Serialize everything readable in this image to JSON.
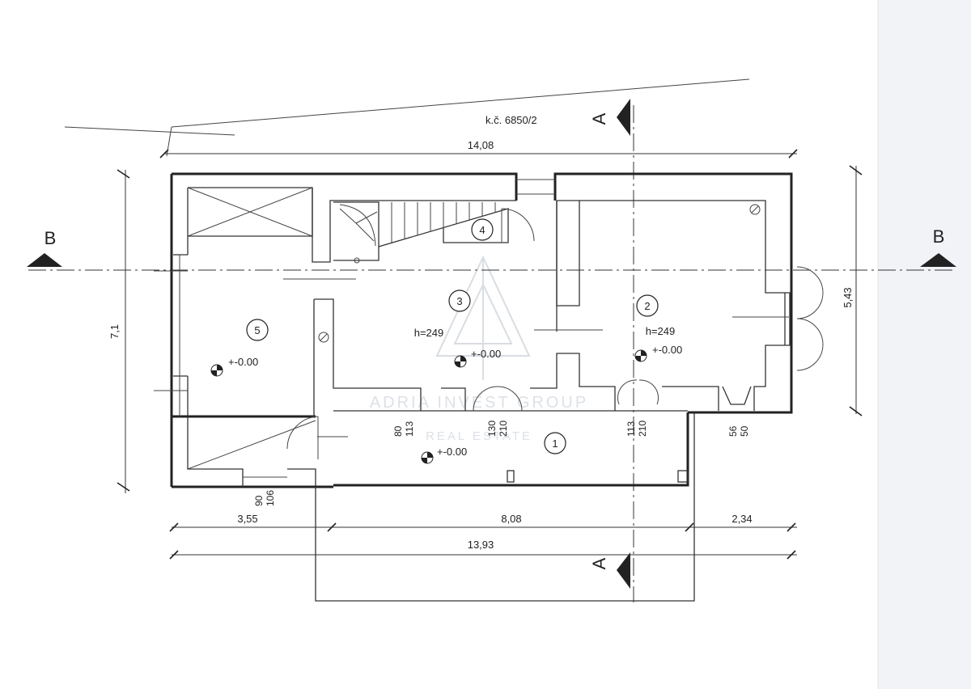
{
  "plot_label": "k.č. 6850/2",
  "sections": {
    "a_top": "A",
    "a_bottom": "A",
    "b_left": "B",
    "b_right": "B"
  },
  "dimensions": {
    "overall_top": "14,08",
    "height_left": "7,1",
    "height_right": "5,43",
    "bottom_left": "3,55",
    "bottom_mid": "8,08",
    "bottom_right": "2,34",
    "overall_bottom": "13,93"
  },
  "rooms": [
    {
      "number": "1",
      "level": "+-0.00"
    },
    {
      "number": "2",
      "height": "h=249",
      "level": "+-0.00"
    },
    {
      "number": "3",
      "height": "h=249",
      "level": "+-0.00"
    },
    {
      "number": "4"
    },
    {
      "number": "5",
      "level": "+-0.00"
    }
  ],
  "openings": [
    {
      "width": "80",
      "height": "113"
    },
    {
      "width": "130",
      "height": "210"
    },
    {
      "width": "113",
      "height": "210"
    },
    {
      "width": "56",
      "height": "50"
    },
    {
      "width": "90",
      "height": "106"
    }
  ],
  "watermark": {
    "line1": "ADRIA INVEST GROUP",
    "line2": "REAL ESTATE"
  }
}
